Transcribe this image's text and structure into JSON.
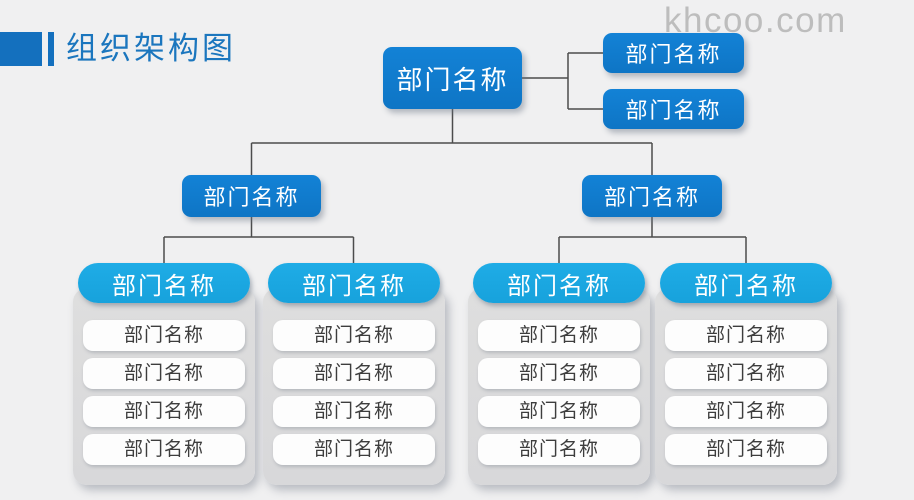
{
  "watermark": "khcoo.com",
  "title": {
    "text": "组织架构图"
  },
  "colors": {
    "accent_blue": "#0e75c5",
    "accent_blue_light": "#1382d6",
    "cyan": "#1face6",
    "cyan_dark": "#17a2dc",
    "title_blue": "#1b76be",
    "bar_blue": "#1470be",
    "line": "#4c4c4c",
    "row_text": "#3d3d3d",
    "watermark_gray": "#bdbdbd",
    "background": "#f0f0f1"
  },
  "org": {
    "root": {
      "label": "部门名称"
    },
    "side_nodes": [
      {
        "label": "部门名称"
      },
      {
        "label": "部门名称"
      }
    ],
    "branches": [
      {
        "label": "部门名称"
      },
      {
        "label": "部门名称"
      }
    ],
    "columns": [
      {
        "header": "部门名称",
        "items": [
          "部门名称",
          "部门名称",
          "部门名称",
          "部门名称"
        ]
      },
      {
        "header": "部门名称",
        "items": [
          "部门名称",
          "部门名称",
          "部门名称",
          "部门名称"
        ]
      },
      {
        "header": "部门名称",
        "items": [
          "部门名称",
          "部门名称",
          "部门名称",
          "部门名称"
        ]
      },
      {
        "header": "部门名称",
        "items": [
          "部门名称",
          "部门名称",
          "部门名称",
          "部门名称"
        ]
      }
    ]
  }
}
